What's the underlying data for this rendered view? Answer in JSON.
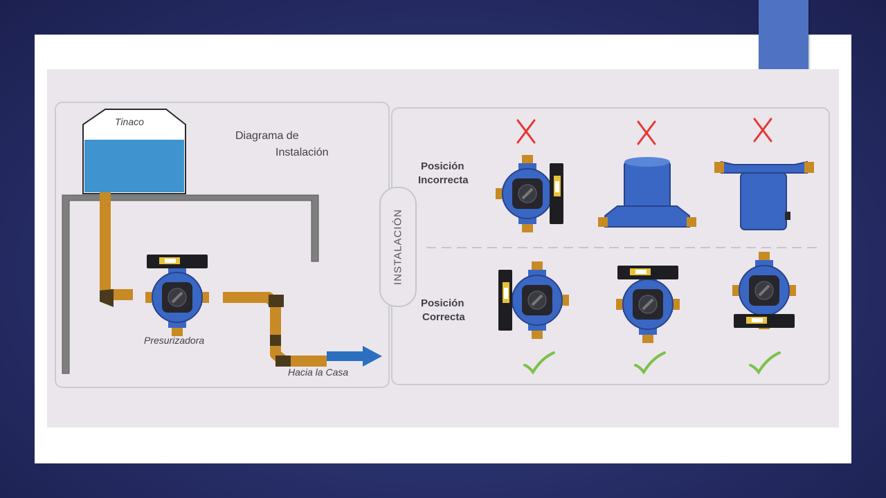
{
  "diagram": {
    "tank_label": "Tinaco",
    "title_line1": "Diagrama de",
    "title_line2": "Instalación",
    "pump_label": "Presurizadora",
    "flow_label": "Hacia la Casa",
    "section_label": "INSTALACIÓN",
    "incorrect_line1": "Posición",
    "incorrect_line2": "Incorrecta",
    "correct_line1": "Posición",
    "correct_line2": "Correcta"
  },
  "colors": {
    "slide_background": "#2a326e",
    "accent_block": "#4f73c2",
    "water": "#3f93cf",
    "pipe": "#c88a25",
    "pipe_dark": "#4a3a1c",
    "arrow": "#2a6fc0",
    "pump_body": "#3a67c4",
    "wrong_mark": "#e53935",
    "right_mark": "#7cc24a"
  },
  "icons": [
    "water-tank-icon",
    "pump-icon",
    "flow-arrow-icon",
    "cross-mark-icon",
    "check-mark-icon"
  ]
}
